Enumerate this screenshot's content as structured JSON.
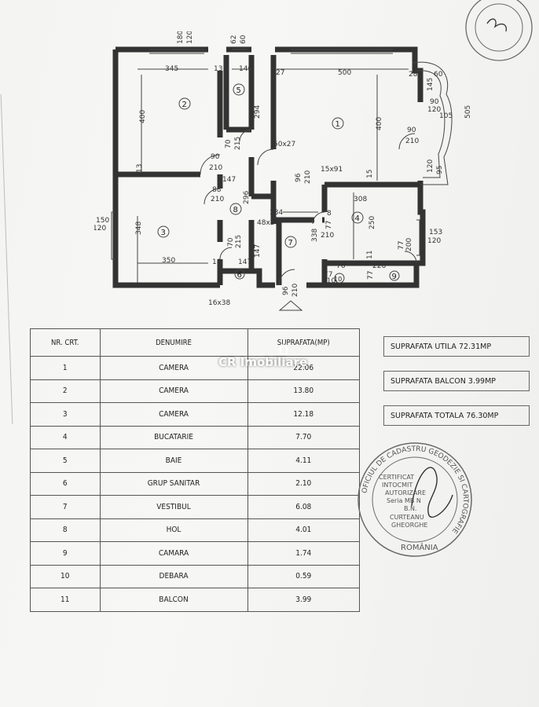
{
  "plan": {
    "room_numbers": [
      "1",
      "2",
      "3",
      "4",
      "5",
      "6",
      "7",
      "8",
      "9",
      "10"
    ],
    "dimensions": {
      "d180": "180",
      "d120a": "120",
      "d62": "62",
      "d60a": "60",
      "d345": "345",
      "d13a": "13",
      "d140": "140",
      "d27": "27",
      "d500": "500",
      "d28": "28",
      "d60b": "60",
      "d400a": "400",
      "d294": "294",
      "d400b": "400",
      "d505": "505",
      "d145": "145",
      "d90a": "90",
      "d120b": "120",
      "d105": "105",
      "d90b": "90",
      "d210a": "210",
      "d70a": "70",
      "d215a": "215",
      "d50x27": "50x27",
      "d90c": "90",
      "d210b": "210",
      "d147a": "147",
      "d96a": "96",
      "d210c": "210",
      "d15x91": "15x91",
      "d13b": "13",
      "d15": "15",
      "d120c": "120",
      "d95": "95",
      "d88": "88",
      "d210d": "210",
      "d296": "296",
      "d308": "308",
      "d150": "150",
      "d120d": "120",
      "d348": "348",
      "d184": "184",
      "d8": "8",
      "d250": "250",
      "d153": "153",
      "d120e": "120",
      "d48x27": "48x27",
      "d338": "338",
      "d77a": "77",
      "d210e": "210",
      "d70b": "70",
      "d215b": "215",
      "d147b": "147",
      "d147c": "147",
      "d350": "350",
      "d18": "18",
      "d11": "11",
      "d77b": "77",
      "d200": "200",
      "d76": "76",
      "d226": "226",
      "d77c": "77",
      "d210f": "210",
      "d77d": "77",
      "d96b": "96",
      "d210g": "210",
      "d16x38": "16x38"
    }
  },
  "table": {
    "headers": [
      "NR. CRT.",
      "DENUMIRE",
      "SUPRAFATA(MP)"
    ],
    "rows": [
      {
        "nr": "1",
        "name": "CAMERA",
        "area": "22.06"
      },
      {
        "nr": "2",
        "name": "CAMERA",
        "area": "13.80"
      },
      {
        "nr": "3",
        "name": "CAMERA",
        "area": "12.18"
      },
      {
        "nr": "4",
        "name": "BUCATARIE",
        "area": "7.70"
      },
      {
        "nr": "5",
        "name": "BAIE",
        "area": "4.11"
      },
      {
        "nr": "6",
        "name": "GRUP SANITAR",
        "area": "2.10"
      },
      {
        "nr": "7",
        "name": "VESTIBUL",
        "area": "6.08"
      },
      {
        "nr": "8",
        "name": "HOL",
        "area": "4.01"
      },
      {
        "nr": "9",
        "name": "CAMARA",
        "area": "1.74"
      },
      {
        "nr": "10",
        "name": "DEBARA",
        "area": "0.59"
      },
      {
        "nr": "11",
        "name": "BALCON",
        "area": "3.99"
      }
    ]
  },
  "summary": {
    "utila": "SUPRAFATA UTILA 72.31MP",
    "balcon": "SUPRAFATA BALCON  3.99MP",
    "totala": "SUPRAFATA TOTALA  76.30MP"
  },
  "watermark": {
    "text": "CR Imobiliare"
  },
  "stamp": {
    "lines": [
      "CERTIFICAT",
      "INTOCMIT",
      "AUTORIZARE",
      "Seria MB N",
      "B.N.",
      "CURTEANU",
      "GHEORGHE"
    ],
    "ring": "OFICIUL DE CADASTRU GEODEZIE SI CARTOGRAFIE",
    "country": "ROMÂNIA"
  },
  "colors": {
    "ink": "#222222",
    "stamp": "#5a5a5a",
    "paper": "#f4f4f2"
  }
}
